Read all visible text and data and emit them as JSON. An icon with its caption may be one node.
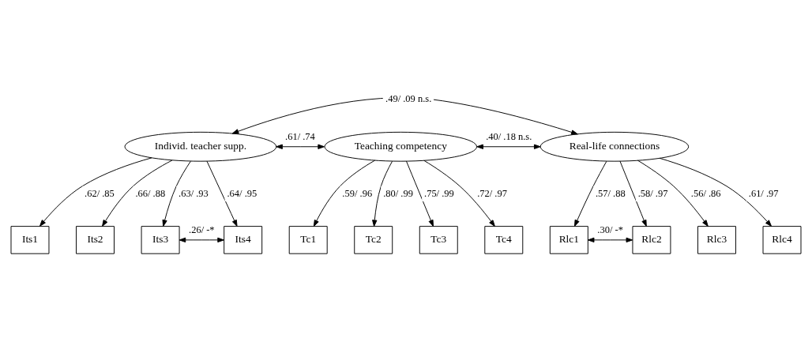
{
  "diagram": {
    "nodes": [
      {
        "text": [
          "Individ. teacher supp."
        ]
      },
      {
        "text": [
          "Teaching competency"
        ]
      },
      {
        "text": [
          "Real-life connections"
        ]
      },
      {
        "text": [
          "Its1"
        ]
      },
      {
        "text": [
          "Its2"
        ]
      },
      {
        "text": [
          "Its3"
        ]
      },
      {
        "text": [
          "Its4"
        ]
      },
      {
        "text": [
          "Tc1"
        ]
      },
      {
        "text": [
          "Tc2"
        ]
      },
      {
        "text": [
          "Tc3"
        ]
      },
      {
        "text": [
          "Tc4"
        ]
      },
      {
        "text": [
          "Rlc1"
        ]
      },
      {
        "text": [
          "Rlc2"
        ]
      },
      {
        "text": [
          "Rlc3"
        ]
      },
      {
        "text": [
          "Rlc4"
        ]
      }
    ],
    "edges": [
      {
        "from": 0,
        "to": 2,
        "arrow": "both",
        "label": ".49/ .09 n.s."
      },
      {
        "from": 0,
        "to": 1,
        "arrow": "both",
        "label": ".61/ .74"
      },
      {
        "from": 1,
        "to": 2,
        "arrow": "both",
        "label": ".40/ .18 n.s."
      },
      {
        "from": 0,
        "to": 3,
        "arrow": "to",
        "label": ".62/ .85"
      },
      {
        "from": 0,
        "to": 4,
        "arrow": "to",
        "label": ".66/ .88"
      },
      {
        "from": 0,
        "to": 5,
        "arrow": "to",
        "label": ".63/ .93"
      },
      {
        "from": 0,
        "to": 6,
        "arrow": "to",
        "label": ".64/ .95"
      },
      {
        "from": 1,
        "to": 7,
        "arrow": "to",
        "label": ".59/ .96"
      },
      {
        "from": 1,
        "to": 8,
        "arrow": "to",
        "label": ".80/ .99"
      },
      {
        "from": 1,
        "to": 9,
        "arrow": "to",
        "label": ".75/ .99"
      },
      {
        "from": 1,
        "to": 10,
        "arrow": "to",
        "label": ".72/ .97"
      },
      {
        "from": 2,
        "to": 11,
        "arrow": "to",
        "label": ".57/ .88"
      },
      {
        "from": 2,
        "to": 12,
        "arrow": "to",
        "label": ".58/ .97"
      },
      {
        "from": 2,
        "to": 13,
        "arrow": "to",
        "label": ".56/ .86"
      },
      {
        "from": 2,
        "to": 14,
        "arrow": "to",
        "label": ".61/ .97"
      },
      {
        "from": 5,
        "to": 6,
        "arrow": "both",
        "label": ".26/ -*"
      },
      {
        "from": 11,
        "to": 12,
        "arrow": "both",
        "label": ".30/ -*"
      }
    ]
  }
}
